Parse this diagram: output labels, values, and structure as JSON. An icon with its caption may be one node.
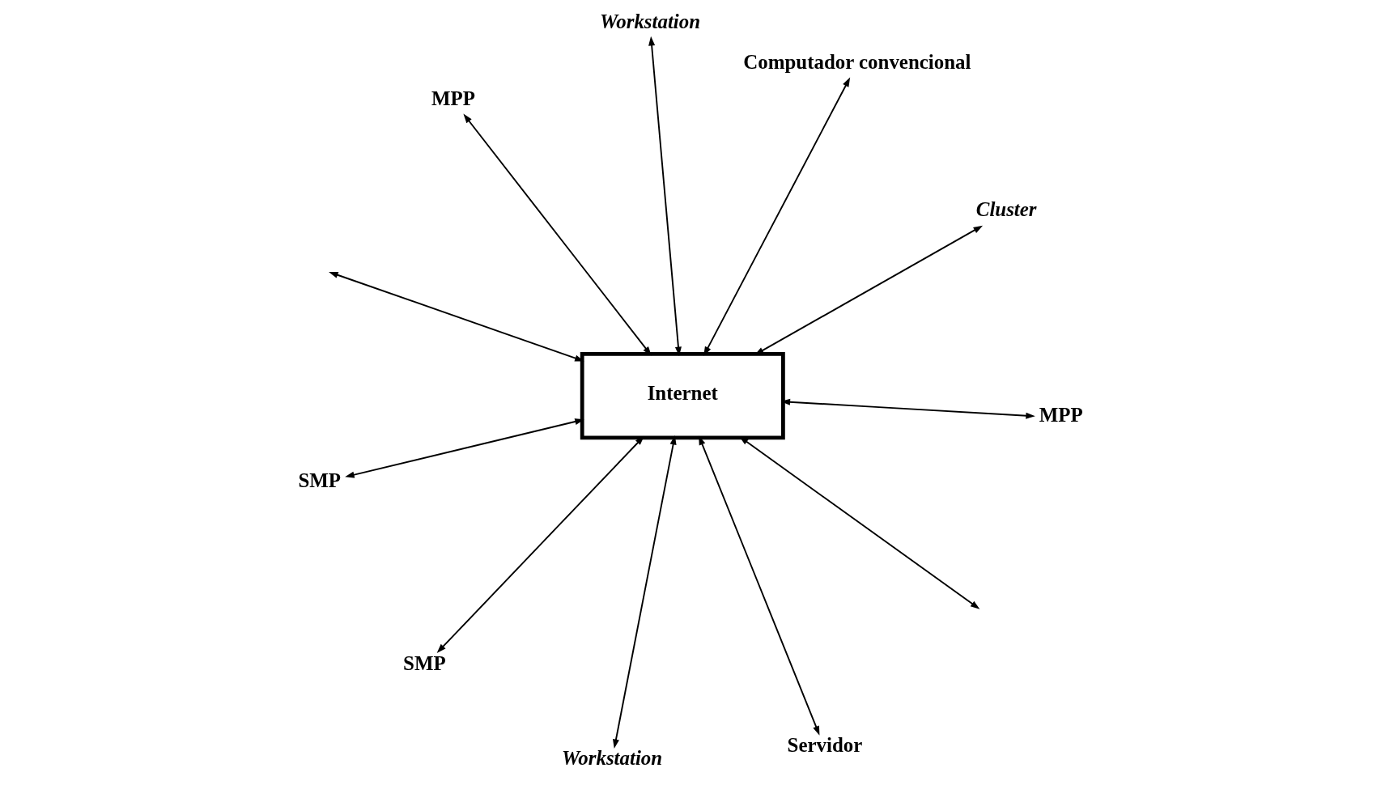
{
  "diagram": {
    "nodes": [
      {
        "text": [
          "Internet"
        ]
      },
      {
        "text": [
          "Cluster"
        ]
      },
      {
        "text": [
          "Workstation"
        ]
      },
      {
        "text": [
          "MPP"
        ]
      },
      {
        "text": [
          "Computador convencional"
        ]
      },
      {
        "text": [
          "Workstation"
        ]
      },
      {
        "text": [
          "SMP"
        ]
      },
      {
        "text": [
          "MPP"
        ]
      },
      {
        "text": [
          "SMP"
        ]
      },
      {
        "text": [
          "Servidor"
        ]
      }
    ],
    "edges": [
      {
        "from": 0,
        "to": 1,
        "arrow": "both"
      },
      {
        "from": 0,
        "to": 2,
        "arrow": "both"
      },
      {
        "from": 0,
        "to": 3,
        "arrow": "both"
      },
      {
        "from": 0,
        "to": 4,
        "arrow": "both"
      },
      {
        "from": 0,
        "to": 5,
        "arrow": "both"
      },
      {
        "from": 0,
        "to": 6,
        "arrow": "both"
      },
      {
        "from": 0,
        "to": 7,
        "arrow": "both"
      },
      {
        "from": 0,
        "to": 8,
        "arrow": "both"
      },
      {
        "from": 0,
        "to": 9,
        "arrow": "both"
      },
      {
        "from": 0,
        "to": null,
        "arrow": "both"
      },
      {
        "from": 0,
        "to": null,
        "arrow": "both"
      }
    ]
  }
}
